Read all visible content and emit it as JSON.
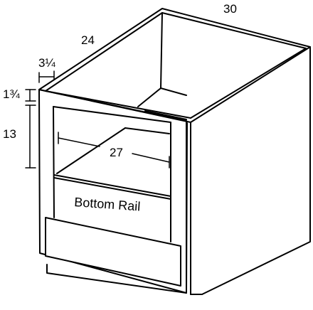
{
  "dimensions": {
    "width": "30",
    "depth": "24",
    "stile_width": "3¼",
    "top_rail": "1¾",
    "opening_height": "13",
    "opening_width": "27"
  },
  "labels": {
    "bottom_rail": "Bottom Rail"
  }
}
